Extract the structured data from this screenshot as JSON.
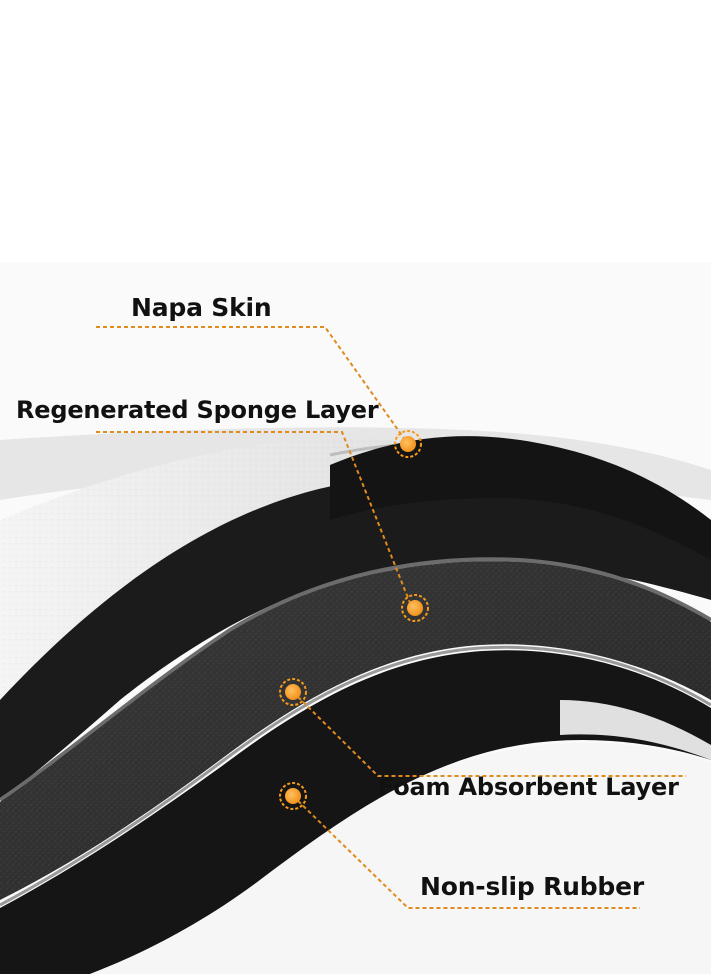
{
  "labels": {
    "napa_skin": "Napa Skin",
    "regenerated_sponge": "Regenerated Sponge Layer",
    "foam_absorbent": "Foam Absorbent Layer",
    "non_slip_rubber": "Non-slip Rubber"
  },
  "colors": {
    "background": "#ffffff",
    "leader_line": "#e08a1e",
    "marker": "#f59a1a",
    "skin": "#ececec",
    "sponge": "#1c1c1c",
    "foam": "#2c2c2c",
    "rubber": "#161616"
  }
}
